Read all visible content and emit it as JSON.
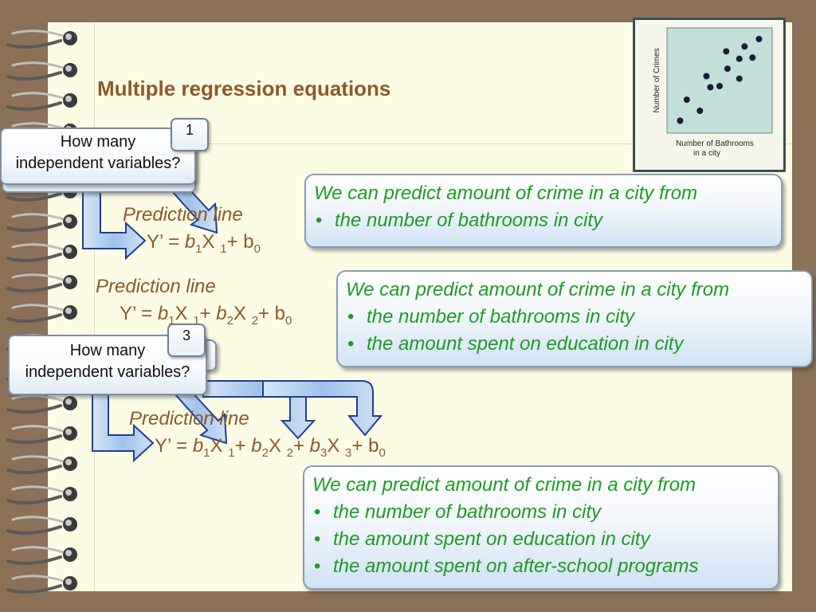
{
  "slide": {
    "title": "Multiple regression equations"
  },
  "scatter_thumbnail": {
    "ylabel": "Number of Crimes",
    "xlabel_line1": "Number of Bathrooms",
    "xlabel_line2": "in a city",
    "point_color": "#1a1a3a",
    "plot_background": "#c2dfd9",
    "points": [
      {
        "bathrooms": 1,
        "crimes": 1
      },
      {
        "bathrooms": 1.5,
        "crimes": 2.7
      },
      {
        "bathrooms": 2.5,
        "crimes": 1.8
      },
      {
        "bathrooms": 3,
        "crimes": 4.6
      },
      {
        "bathrooms": 3.3,
        "crimes": 3.7
      },
      {
        "bathrooms": 4,
        "crimes": 3.8
      },
      {
        "bathrooms": 4.5,
        "crimes": 6.6
      },
      {
        "bathrooms": 4.6,
        "crimes": 5.2
      },
      {
        "bathrooms": 5.5,
        "crimes": 4.4
      },
      {
        "bathrooms": 5.5,
        "crimes": 6
      },
      {
        "bathrooms": 5.9,
        "crimes": 7
      },
      {
        "bathrooms": 6.5,
        "crimes": 6.1
      },
      {
        "bathrooms": 7,
        "crimes": 7.6
      }
    ]
  },
  "callout_1": {
    "number": "1",
    "question_line1": "How many",
    "question_line2": "independent variables?"
  },
  "callout_3": {
    "number": "3",
    "question_line1": "How many",
    "question_line2": "independent variables?"
  },
  "equation_1": {
    "label": "Prediction line",
    "lhs": "Y’ = ",
    "terms": [
      {
        "coef": "b",
        "coef_sub": "1",
        "var": "X",
        "var_sub": "1"
      }
    ],
    "intercept": "b",
    "intercept_sub": "0"
  },
  "equation_2": {
    "label": "Prediction line",
    "lhs": "Y’ = ",
    "terms": [
      {
        "coef": "b",
        "coef_sub": "1",
        "var": "X",
        "var_sub": "1"
      },
      {
        "coef": "b",
        "coef_sub": "2",
        "var": "X",
        "var_sub": "2"
      }
    ],
    "intercept": "b",
    "intercept_sub": "0"
  },
  "equation_3": {
    "label": "Prediction line",
    "lhs": "Y’ = ",
    "terms": [
      {
        "coef": "b",
        "coef_sub": "1",
        "var": "X",
        "var_sub": "1"
      },
      {
        "coef": "b",
        "coef_sub": "2",
        "var": "X",
        "var_sub": "2"
      },
      {
        "coef": "b",
        "coef_sub": "3",
        "var": "X",
        "var_sub": "3"
      }
    ],
    "intercept": "b",
    "intercept_sub": "0"
  },
  "box_1": {
    "lead": "We can predict amount of crime in a city from",
    "bullets": [
      "the number of bathrooms in city"
    ]
  },
  "box_2": {
    "lead": "We can predict amount of crime in a city from",
    "bullets": [
      "the number of bathrooms in city",
      "the amount spent on education in city"
    ]
  },
  "box_3": {
    "lead": "We can predict amount of crime in a city from",
    "bullets": [
      "the number of bathrooms in city",
      "the amount spent on education in city",
      "the amount spent on after-school programs"
    ]
  },
  "colors": {
    "title": "#8b5a2b",
    "equation": "#8b5a2b",
    "callout_text": "#1f9b25",
    "page": "#fcfbe4",
    "background": "#8a7157",
    "arrow_fill": "#a9c8ea",
    "arrow_stroke": "#1e3e96"
  }
}
